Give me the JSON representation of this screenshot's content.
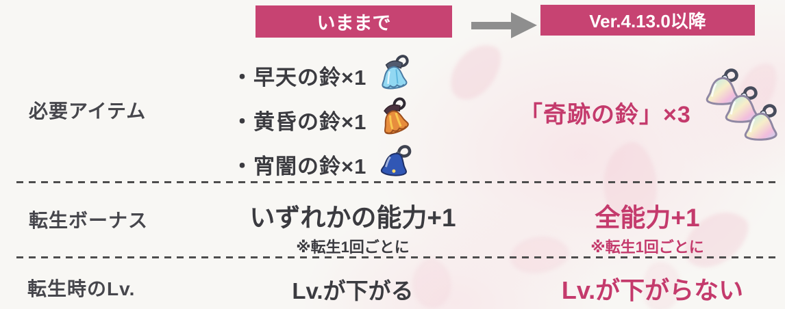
{
  "colors": {
    "accent_pink": "#c74372",
    "highlight_pink": "#c43a6c",
    "text_dark": "#3b3b40",
    "label_gray": "#46464c",
    "arrow_gray": "#8e8e8e",
    "dash_gray": "#4d4d4d",
    "background": "#f8f7f4"
  },
  "header": {
    "before_label": "いままで",
    "after_label": "Ver.4.13.0以降",
    "arrow_icon": "right-arrow-icon"
  },
  "rows": [
    {
      "label": "必要アイテム",
      "before": {
        "items": [
          {
            "text": "・早天の鈴×1",
            "icon": "dawn-bell-icon"
          },
          {
            "text": "・黄昏の鈴×1",
            "icon": "dusk-bell-icon"
          },
          {
            "text": "・宵闇の鈴×1",
            "icon": "night-bell-icon"
          }
        ]
      },
      "after": {
        "text": "「奇跡の鈴」×3",
        "icon": "miracle-bells-icon"
      }
    },
    {
      "label": "転生ボーナス",
      "before": {
        "main": "いずれかの能力+1",
        "note": "※転生1回ごとに"
      },
      "after": {
        "main": "全能力+1",
        "note": "※転生1回ごとに"
      }
    },
    {
      "label": "転生時のLv.",
      "before": {
        "main": "Lv.が下がる"
      },
      "after": {
        "main": "Lv.が下がらない"
      }
    }
  ]
}
